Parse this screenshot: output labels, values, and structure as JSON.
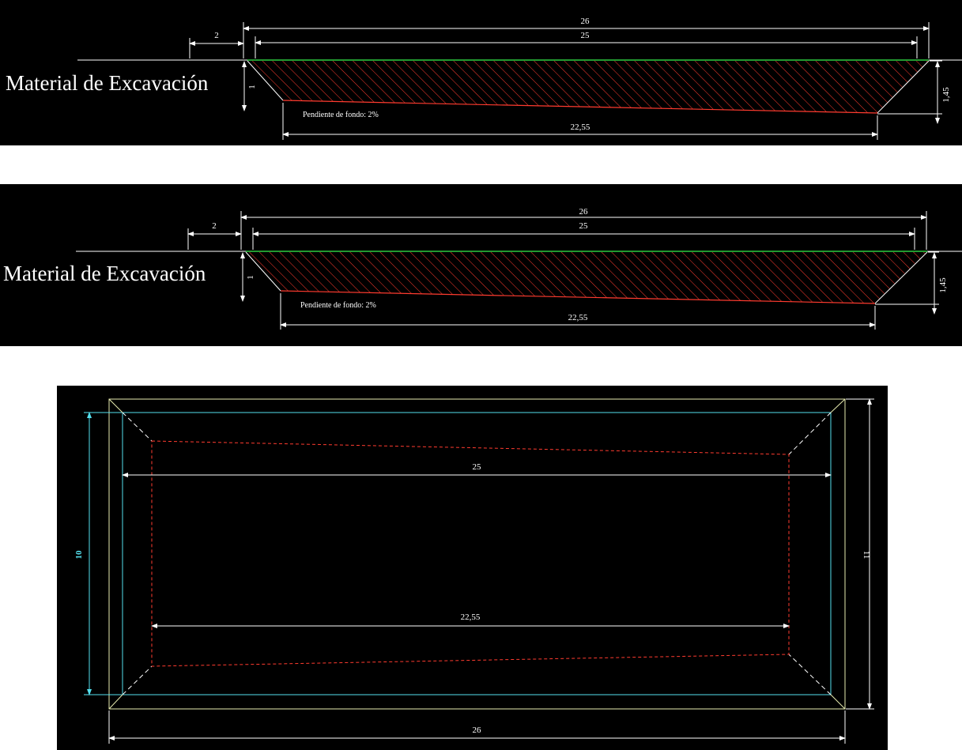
{
  "section_view_1": {
    "title": "Material de Excavación",
    "dim_26": "26",
    "dim_25": "25",
    "dim_2": "2",
    "dim_1": "1",
    "dim_1_45": "1,45",
    "dim_22_55": "22,55",
    "slope_note": "Pendiente de fondo: 2%"
  },
  "section_view_2": {
    "title": "Material de Excavación",
    "dim_26": "26",
    "dim_25": "25",
    "dim_2": "2",
    "dim_1": "1",
    "dim_1_45": "1,45",
    "dim_22_55": "22,55",
    "slope_note": "Pendiente de fondo: 2%"
  },
  "plan_view": {
    "dim_25": "25",
    "dim_22_55": "22,55",
    "dim_26": "26",
    "dim_10": "10",
    "dim_11": "11"
  },
  "colors": {
    "background": "#000000",
    "dimension_lines": "#ffffff",
    "ground_line": "#2ecc40",
    "excavation_hatch": "#ff3b2f",
    "plan_outer": "#e8ecb0",
    "plan_inner": "#55e0ee"
  }
}
